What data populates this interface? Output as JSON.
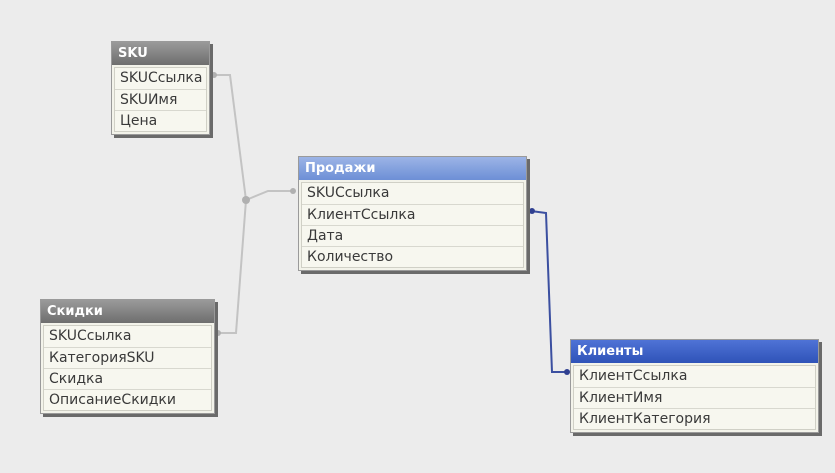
{
  "tables": {
    "sku": {
      "title": "SKU",
      "fields": [
        "SKUСсылка",
        "SKUИмя",
        "Цена"
      ]
    },
    "sales": {
      "title": "Продажи",
      "fields": [
        "SKUСсылка",
        "КлиентСсылка",
        "Дата",
        "Количество"
      ]
    },
    "discounts": {
      "title": "Скидки",
      "fields": [
        "SKUСсылка",
        "КатегорияSKU",
        "Скидка",
        "ОписаниеСкидки"
      ]
    },
    "clients": {
      "title": "Клиенты",
      "fields": [
        "КлиентСсылка",
        "КлиентИмя",
        "КлиентКатегория"
      ]
    }
  },
  "colors": {
    "background": "#ececec",
    "gray_link": "#b8b8b8",
    "blue_link": "#3b4fa0"
  }
}
